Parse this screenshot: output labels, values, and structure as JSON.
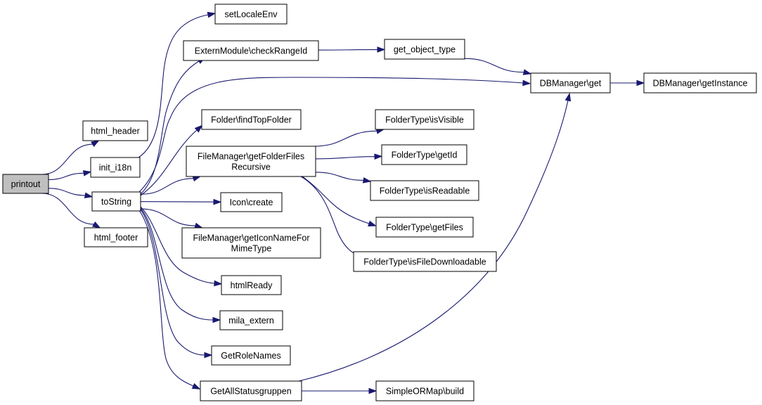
{
  "graph": {
    "root": "printout",
    "edge_color": "#191970",
    "root_fill": "#bfbfbf",
    "nodes": [
      {
        "id": "printout",
        "lines": [
          "printout"
        ]
      },
      {
        "id": "html_header",
        "lines": [
          "html_header"
        ]
      },
      {
        "id": "init_i18n",
        "lines": [
          "init_i18n"
        ]
      },
      {
        "id": "toString",
        "lines": [
          "toString"
        ]
      },
      {
        "id": "html_footer",
        "lines": [
          "html_footer"
        ]
      },
      {
        "id": "setLocaleEnv",
        "lines": [
          "setLocaleEnv"
        ]
      },
      {
        "id": "checkRangeId",
        "lines": [
          "ExternModule\\checkRangeId"
        ]
      },
      {
        "id": "findTopFolder",
        "lines": [
          "Folder\\findTopFolder"
        ]
      },
      {
        "id": "getFolderFilesRecursive",
        "lines": [
          "FileManager\\getFolderFiles",
          "Recursive"
        ]
      },
      {
        "id": "iconCreate",
        "lines": [
          "Icon\\create"
        ]
      },
      {
        "id": "getIconNameForMimeType",
        "lines": [
          "FileManager\\getIconNameFor",
          "MimeType"
        ]
      },
      {
        "id": "htmlReady",
        "lines": [
          "htmlReady"
        ]
      },
      {
        "id": "mila_extern",
        "lines": [
          "mila_extern"
        ]
      },
      {
        "id": "GetRoleNames",
        "lines": [
          "GetRoleNames"
        ]
      },
      {
        "id": "GetAllStatusgruppen",
        "lines": [
          "GetAllStatusgruppen"
        ]
      },
      {
        "id": "get_object_type",
        "lines": [
          "get_object_type"
        ]
      },
      {
        "id": "isVisible",
        "lines": [
          "FolderType\\isVisible"
        ]
      },
      {
        "id": "getId",
        "lines": [
          "FolderType\\getId"
        ]
      },
      {
        "id": "isReadable",
        "lines": [
          "FolderType\\isReadable"
        ]
      },
      {
        "id": "getFiles",
        "lines": [
          "FolderType\\getFiles"
        ]
      },
      {
        "id": "isFileDownloadable",
        "lines": [
          "FolderType\\isFileDownloadable"
        ]
      },
      {
        "id": "sormBuild",
        "lines": [
          "SimpleORMap\\build"
        ]
      },
      {
        "id": "dbGet",
        "lines": [
          "DBManager\\get"
        ]
      },
      {
        "id": "dbGetInstance",
        "lines": [
          "DBManager\\getInstance"
        ]
      }
    ],
    "edges": [
      [
        "printout",
        "html_header"
      ],
      [
        "printout",
        "init_i18n"
      ],
      [
        "printout",
        "toString"
      ],
      [
        "printout",
        "html_footer"
      ],
      [
        "init_i18n",
        "setLocaleEnv"
      ],
      [
        "toString",
        "checkRangeId"
      ],
      [
        "toString",
        "dbGet"
      ],
      [
        "toString",
        "findTopFolder"
      ],
      [
        "toString",
        "getFolderFilesRecursive"
      ],
      [
        "toString",
        "iconCreate"
      ],
      [
        "toString",
        "getIconNameForMimeType"
      ],
      [
        "toString",
        "htmlReady"
      ],
      [
        "toString",
        "mila_extern"
      ],
      [
        "toString",
        "GetRoleNames"
      ],
      [
        "toString",
        "GetAllStatusgruppen"
      ],
      [
        "checkRangeId",
        "get_object_type"
      ],
      [
        "get_object_type",
        "dbGet"
      ],
      [
        "getFolderFilesRecursive",
        "isVisible"
      ],
      [
        "getFolderFilesRecursive",
        "getId"
      ],
      [
        "getFolderFilesRecursive",
        "isReadable"
      ],
      [
        "getFolderFilesRecursive",
        "getFiles"
      ],
      [
        "getFolderFilesRecursive",
        "isFileDownloadable"
      ],
      [
        "GetAllStatusgruppen",
        "sormBuild"
      ],
      [
        "GetAllStatusgruppen",
        "dbGet"
      ],
      [
        "dbGet",
        "dbGetInstance"
      ]
    ]
  }
}
